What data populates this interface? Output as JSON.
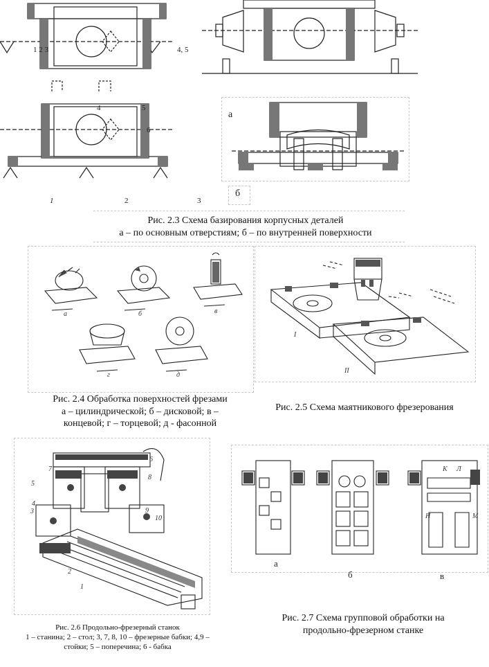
{
  "fig23": {
    "caption_line1": "Рис. 2.3 Схема базирования корпусных деталей",
    "caption_line2": "а – по основным отверстиям;  б – по внутренней поверхности",
    "label_a": "а",
    "label_b": "б",
    "num_123": "1  2  3",
    "num_45": "4, 5",
    "num_4": "4",
    "num_5": "5",
    "num_6": "6",
    "num_b1": "1",
    "num_b2": "2",
    "num_b3": "3"
  },
  "fig24": {
    "caption_line1": "Рис. 2.4 Обработка поверхностей фрезами",
    "caption_line2": "а – цилиндрической; б – дисковой; в –",
    "caption_line3": "концевой; г – торцевой; д - фасонной",
    "sub_a": "а",
    "sub_b": "б",
    "sub_v": "в",
    "sub_g": "г",
    "sub_d": "д"
  },
  "fig25": {
    "caption": "Рис. 2.5 Схема маятникового фрезерования",
    "mark_1": "I",
    "mark_2": "II"
  },
  "fig26": {
    "caption_line1": "Рис. 2.6 Продольно-фрезерный станок",
    "caption_line2": "1 – станина; 2 – стол; 3, 7, 8, 10 – фрезерные бабки; 4,9 –",
    "caption_line3": "стойки; 5 – поперечина; 6 - бабка",
    "n1": "1",
    "n2": "2",
    "n3": "3",
    "n4": "4",
    "n5": "5",
    "n6": "6",
    "n7": "7",
    "n8": "8",
    "n9": "9",
    "n10": "10"
  },
  "fig27": {
    "caption_line1": "Рис. 2.7 Схема групповой обработки на",
    "caption_line2": "продольно-фрезерном станке",
    "label_a": "а",
    "label_b": "б",
    "label_v": "в",
    "mark_k": "К",
    "mark_l": "Л",
    "mark_n": "Н",
    "mark_m": "М"
  }
}
